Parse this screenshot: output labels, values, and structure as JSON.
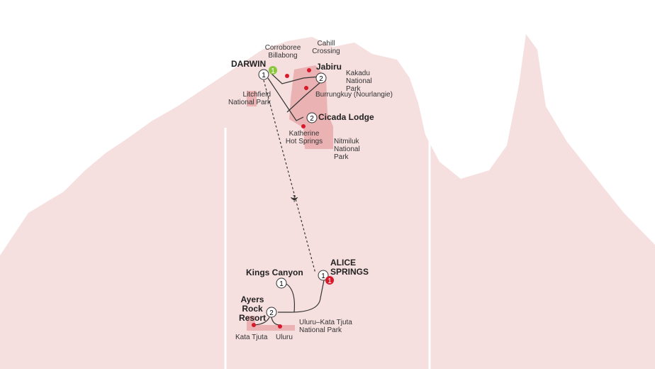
{
  "colors": {
    "land": "#f6dfdf",
    "park": "#eab2b2",
    "route": "#333333",
    "stop": "#d9182a",
    "start": "#8cc63f"
  },
  "places": {
    "darwin": "DARWIN",
    "jabiru": "Jabiru",
    "cicada": "Cicada Lodge",
    "alice": "ALICE SPRINGS",
    "kings": "Kings Canyon",
    "ayers": "Ayers Rock Resort"
  },
  "points": {
    "corroboree": "Corroboree Billabong",
    "cahill": "Cahill Crossing",
    "kakadu": "Kakadu National Park",
    "burrungkuy": "Burrungkuy (Nourlangie)",
    "litchfield": "Litchfield National Park",
    "katherine": "Katherine Hot Springs",
    "nitmiluk": "Nitmiluk National Park",
    "uluru_park": "Uluru–Kata Tjuta National Park",
    "kata": "Kata Tjuta",
    "uluru": "Uluru"
  },
  "nights": {
    "darwin": "1",
    "jabiru": "2",
    "cicada": "2",
    "alice": "1",
    "kings": "1",
    "ayers": "2"
  },
  "markers": {
    "start": "1",
    "end": "1"
  },
  "icons": {
    "flight": "airplane-icon"
  }
}
